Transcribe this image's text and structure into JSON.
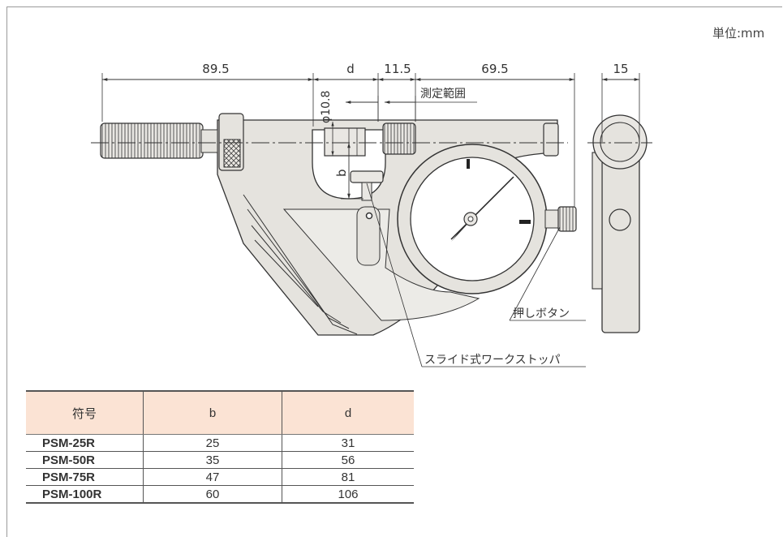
{
  "unit_label": "単位:mm",
  "dimensions": {
    "overall_left": "89.5",
    "d": "d",
    "offset": "11.5",
    "right": "69.5",
    "side_width": "15",
    "spindle_dia": "φ10.8",
    "b": "b",
    "measuring_range": "測定範囲"
  },
  "callouts": {
    "push_button": "押しボタン",
    "work_stopper": "スライド式ワークストッパ"
  },
  "table": {
    "headers": [
      "符号",
      "b",
      "d"
    ],
    "rows": [
      {
        "code": "PSM-25R",
        "b": "25",
        "d": "31"
      },
      {
        "code": "PSM-50R",
        "b": "35",
        "d": "56"
      },
      {
        "code": "PSM-75R",
        "b": "47",
        "d": "81"
      },
      {
        "code": "PSM-100R",
        "b": "60",
        "d": "106"
      }
    ]
  }
}
